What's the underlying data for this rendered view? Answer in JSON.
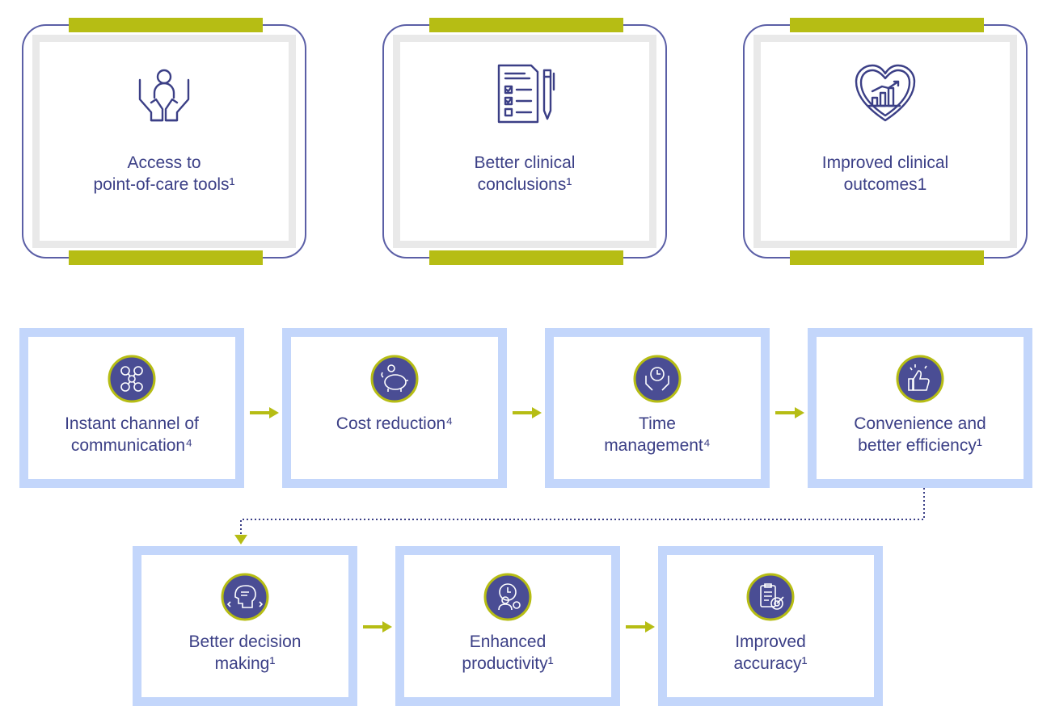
{
  "benefits": [
    {
      "label": "Access to\npoint-of-care tools¹",
      "icon": "hands-caring-person-icon"
    },
    {
      "label": "Better clinical\nconclusions¹",
      "icon": "clinical-checklist-pen-icon"
    },
    {
      "label": "Improved clinical\noutcomes1",
      "icon": "heart-growth-chart-icon"
    }
  ],
  "steps": [
    {
      "label": "Instant channel of\ncommunication⁴",
      "icon": "people-network-icon"
    },
    {
      "label": "Cost reduction⁴",
      "icon": "piggy-bank-icon"
    },
    {
      "label": "Time\nmanagement⁴",
      "icon": "hands-clock-icon"
    },
    {
      "label": "Convenience and\nbetter efficiency¹",
      "icon": "thumbs-up-icon"
    },
    {
      "label": "Better decision\nmaking¹",
      "icon": "head-decision-icon"
    },
    {
      "label": "Enhanced\nproductivity¹",
      "icon": "person-clock-gear-icon"
    },
    {
      "label": "Improved\naccuracy¹",
      "icon": "clipboard-target-icon"
    }
  ],
  "colors": {
    "accent_green": "#b6bd14",
    "navy": "#3b3f86",
    "badge_fill": "#4a4d94",
    "step_border": "#c3d6fb",
    "card_inner_border": "#e9e9e9"
  }
}
